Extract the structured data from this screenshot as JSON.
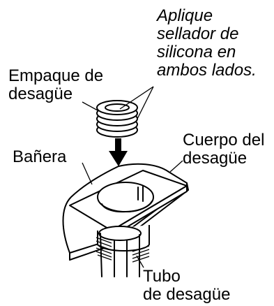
{
  "labels": {
    "note": [
      "Aplique",
      "sellador de",
      "silicona en",
      "ambos lados."
    ],
    "gasket": [
      "Empaque de",
      "desagüe"
    ],
    "tub": "Bañera",
    "drain_body": [
      "Cuerpo del",
      "desagüe"
    ],
    "drain_pipe": [
      "Tubo",
      "de desagüe"
    ]
  },
  "parts": [
    "drain-gasket",
    "bathtub",
    "drain-body",
    "drain-pipe",
    "insertion-arrow"
  ]
}
